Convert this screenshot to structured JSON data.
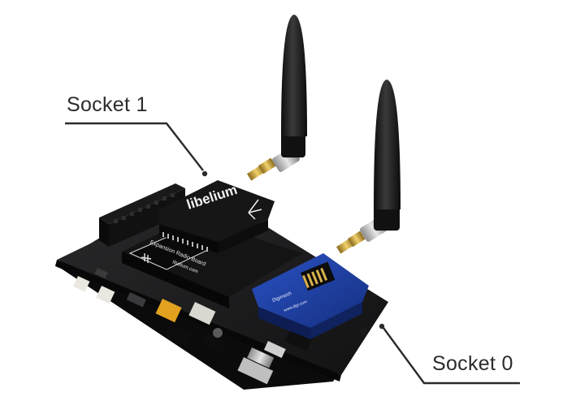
{
  "labels": {
    "socket1": "Socket 1",
    "socket0": "Socket 0"
  },
  "board_print": {
    "module1_brand": "libelium",
    "expansion_board": "Expansion Radio Board",
    "expansion_url": "libelium.com",
    "module0_brand": "Digimesh",
    "module0_url": "www.digi.com"
  },
  "colors": {
    "background": "#ffffff",
    "pcb": "#1c1c1d",
    "module_blue": "#1e3fa0",
    "antenna": "#161616",
    "gold_connector": "#c9a23a",
    "callout_line": "#2b2b2b"
  }
}
